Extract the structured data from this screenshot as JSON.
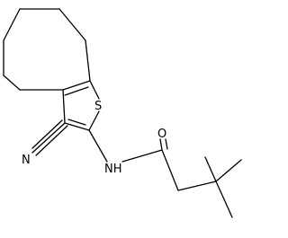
{
  "molecule": {
    "colors": {
      "bond": "#000000",
      "label": "#000000",
      "background": "#ffffff"
    },
    "labels": {
      "sulfur": "S",
      "nitrogen_nitrile": "N",
      "nitrogen_amide": "NH",
      "oxygen": "O"
    }
  }
}
